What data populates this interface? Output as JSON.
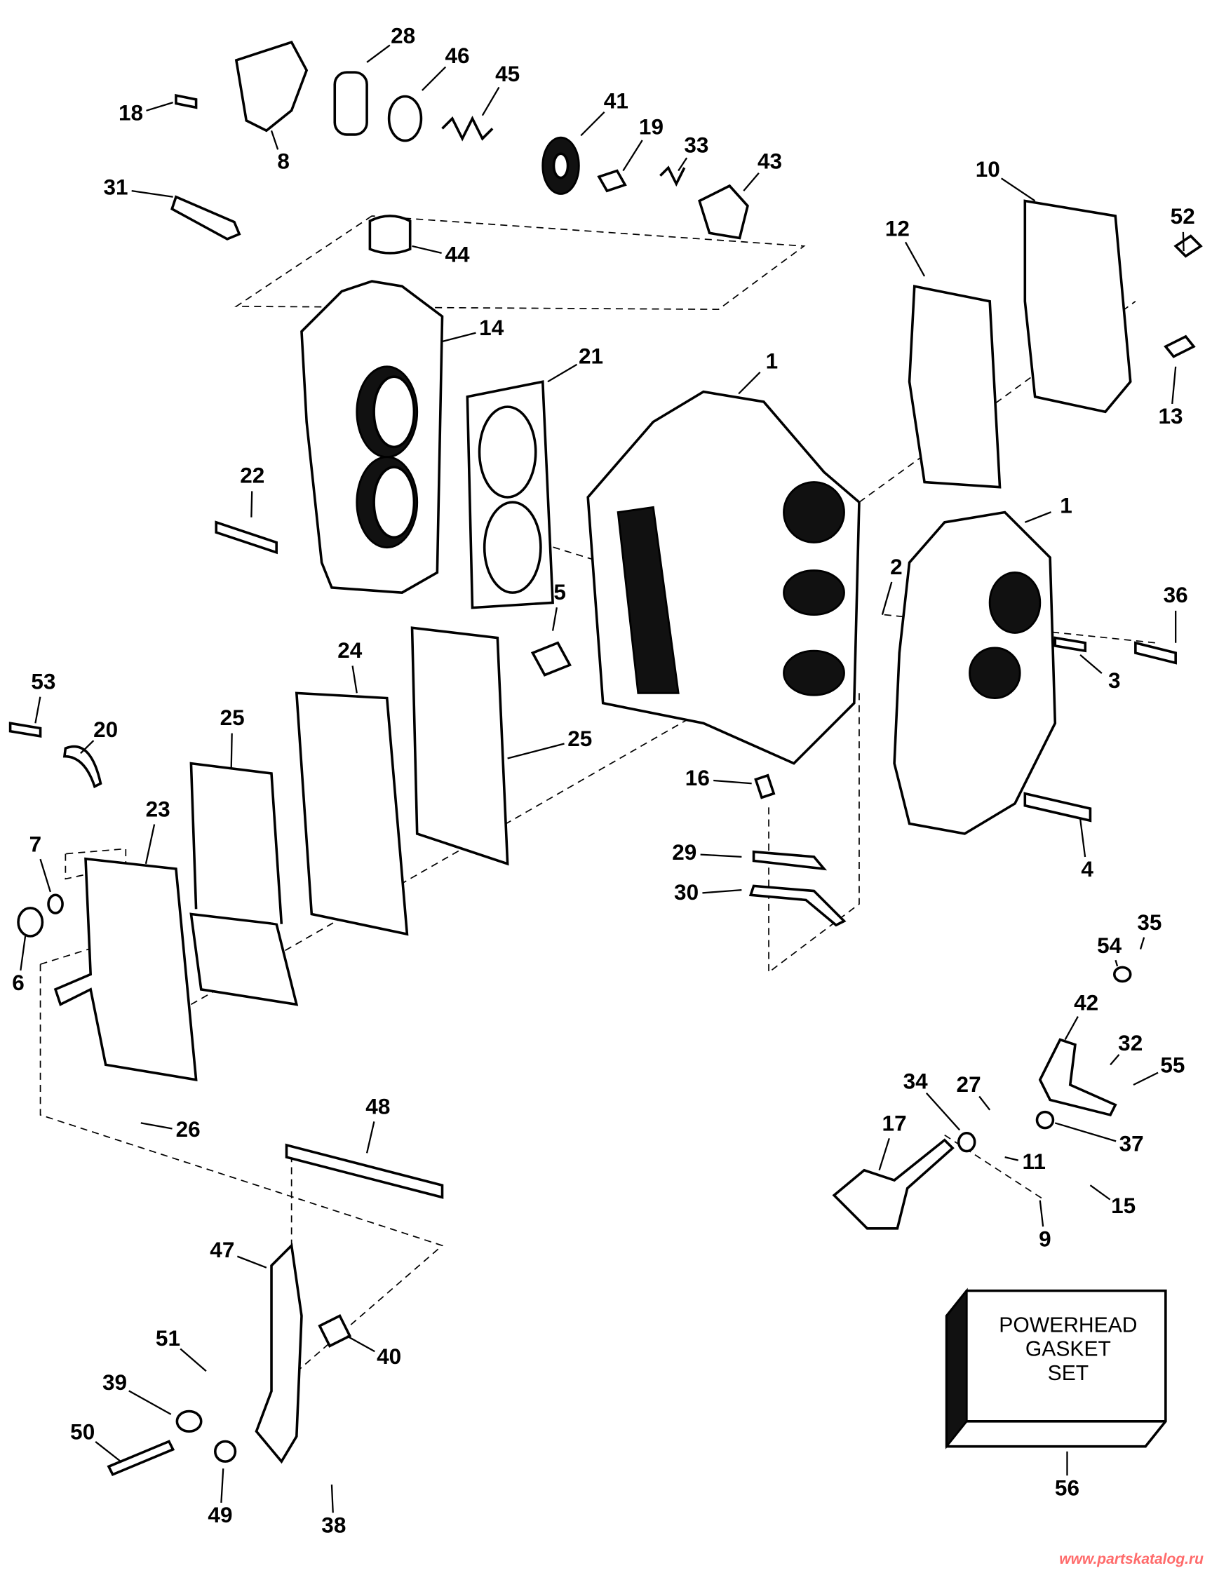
{
  "callouts": [
    "28",
    "46",
    "45",
    "18",
    "8",
    "41",
    "19",
    "33",
    "43",
    "31",
    "44",
    "10",
    "52",
    "12",
    "14",
    "13",
    "21",
    "1",
    "22",
    "1",
    "2",
    "36",
    "5",
    "3",
    "24",
    "53",
    "20",
    "25",
    "25",
    "16",
    "23",
    "29",
    "30",
    "4",
    "7",
    "6",
    "35",
    "54",
    "42",
    "32",
    "55",
    "34",
    "27",
    "17",
    "37",
    "11",
    "15",
    "9",
    "26",
    "48",
    "47",
    "40",
    "51",
    "39",
    "50",
    "49",
    "38",
    "56"
  ],
  "gasket_set_box": {
    "line1": "POWERHEAD",
    "line2": "GASKET",
    "line3": "SET"
  },
  "watermark": "www.partskatalog.ru"
}
